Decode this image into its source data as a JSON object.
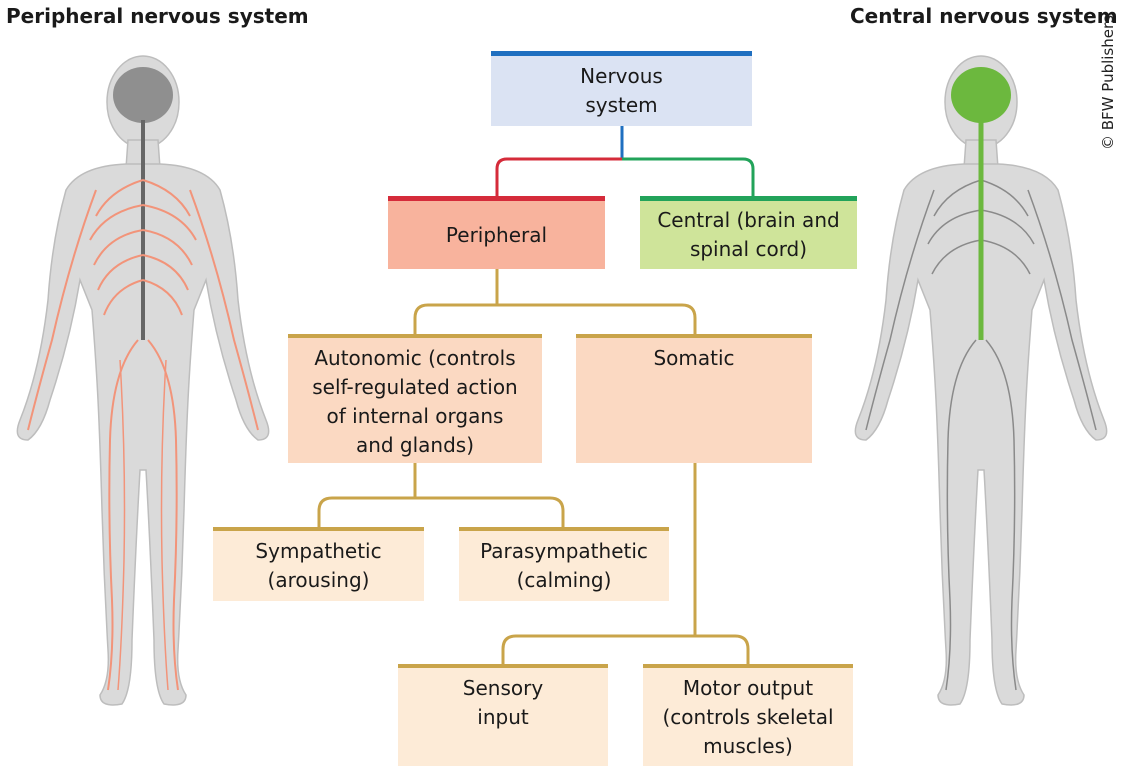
{
  "headings": {
    "left": "Peripheral nervous system",
    "right": "Central nervous system"
  },
  "copyright": "© BFW Publishers",
  "nodes": {
    "nervous_system": "Nervous\nsystem",
    "peripheral": "Peripheral",
    "central": "Central (brain and\nspinal cord)",
    "autonomic": "Autonomic (controls\nself-regulated action\nof internal organs\nand glands)",
    "somatic": "Somatic",
    "sympathetic": "Sympathetic\n(arousing)",
    "parasympathetic": "Parasympathetic\n(calming)",
    "sensory": "Sensory\ninput",
    "motor": "Motor output\n(controls skeletal\nmuscles)"
  },
  "colors": {
    "root_fill": "#dbe3f3",
    "root_bar": "#1f6fc0",
    "peripheral_fill": "#f8b39d",
    "peripheral_bar": "#d52b3a",
    "central_fill": "#cfe49a",
    "central_bar": "#22a35a",
    "level2_fill": "#fbd9c2",
    "level3_fill": "#fdebd7",
    "tan_line": "#c9a44a",
    "body_fill": "#d9d9d9",
    "peripheral_nerves": "#f2947a",
    "central_nerves": "#6cb83e"
  }
}
